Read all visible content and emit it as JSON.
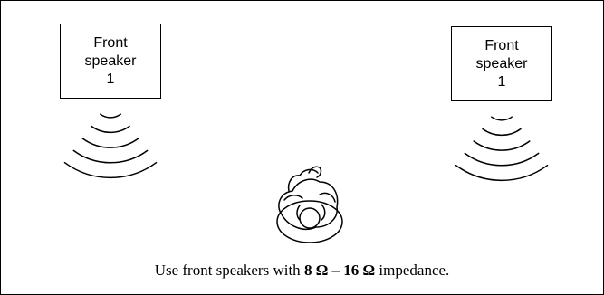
{
  "speakers": {
    "left": {
      "line1": "Front",
      "line2": "speaker",
      "line3": "1"
    },
    "right": {
      "line1": "Front",
      "line2": "speaker",
      "line3": "1"
    }
  },
  "caption": {
    "before": "Use front speakers with ",
    "impedance": "8 Ω – 16 Ω",
    "after": " impedance."
  },
  "icons": [
    "sound-waves-icon",
    "listener-icon"
  ]
}
